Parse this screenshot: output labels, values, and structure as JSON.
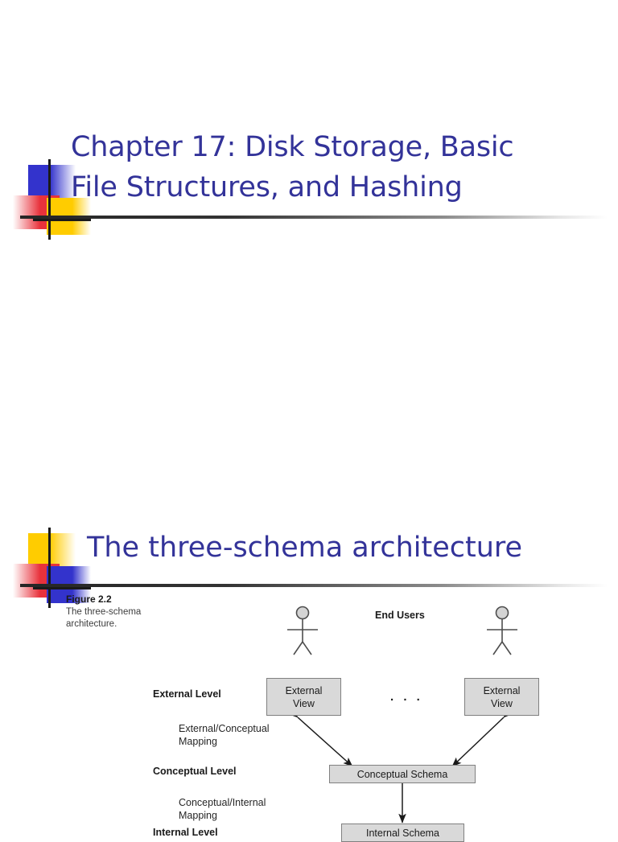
{
  "slide_one": {
    "title_lines": [
      "Chapter 17: Disk Storage, Basic",
      "File Structures, and Hashing"
    ],
    "accent_colors": {
      "blue": "#3333CC",
      "red": "#E8323C",
      "yellow": "#FFCC00",
      "title": "#333399"
    }
  },
  "slide_two": {
    "title": "The three-schema architecture",
    "figure": {
      "number": "Figure 2.2",
      "caption": "The three-schema architecture."
    },
    "diagram": {
      "type": "three-schema-architecture",
      "end_users_label": "End Users",
      "ellipsis": ". . .",
      "levels": [
        {
          "name": "External Level"
        },
        {
          "name": "Conceptual Level"
        },
        {
          "name": "Internal Level"
        }
      ],
      "mappings": [
        {
          "line1": "External/Conceptual",
          "line2": "Mapping"
        },
        {
          "line1": "Conceptual/Internal",
          "line2": "Mapping"
        }
      ],
      "boxes": [
        {
          "line1": "External",
          "line2": "View"
        },
        {
          "line1": "External",
          "line2": "View"
        },
        {
          "line1": "Conceptual Schema",
          "line2": ""
        },
        {
          "line1": "Internal Schema",
          "line2": ""
        }
      ],
      "box_fill": "#D9D9D9",
      "box_border": "#808080"
    }
  }
}
